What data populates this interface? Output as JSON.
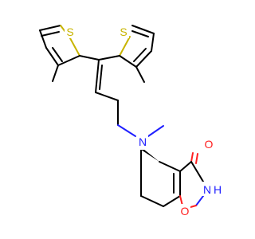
{
  "molecule": {
    "atoms": {
      "s_left": "S",
      "s_right": "S",
      "n_amine": "N",
      "o_carbonyl": "O",
      "n_ring": "N",
      "h_ring": "H",
      "o_ring": "O"
    },
    "colors": {
      "bond": "#000000",
      "sulfur": "#c8b400",
      "nitrogen": "#2020ff",
      "oxygen": "#ff2020"
    }
  }
}
